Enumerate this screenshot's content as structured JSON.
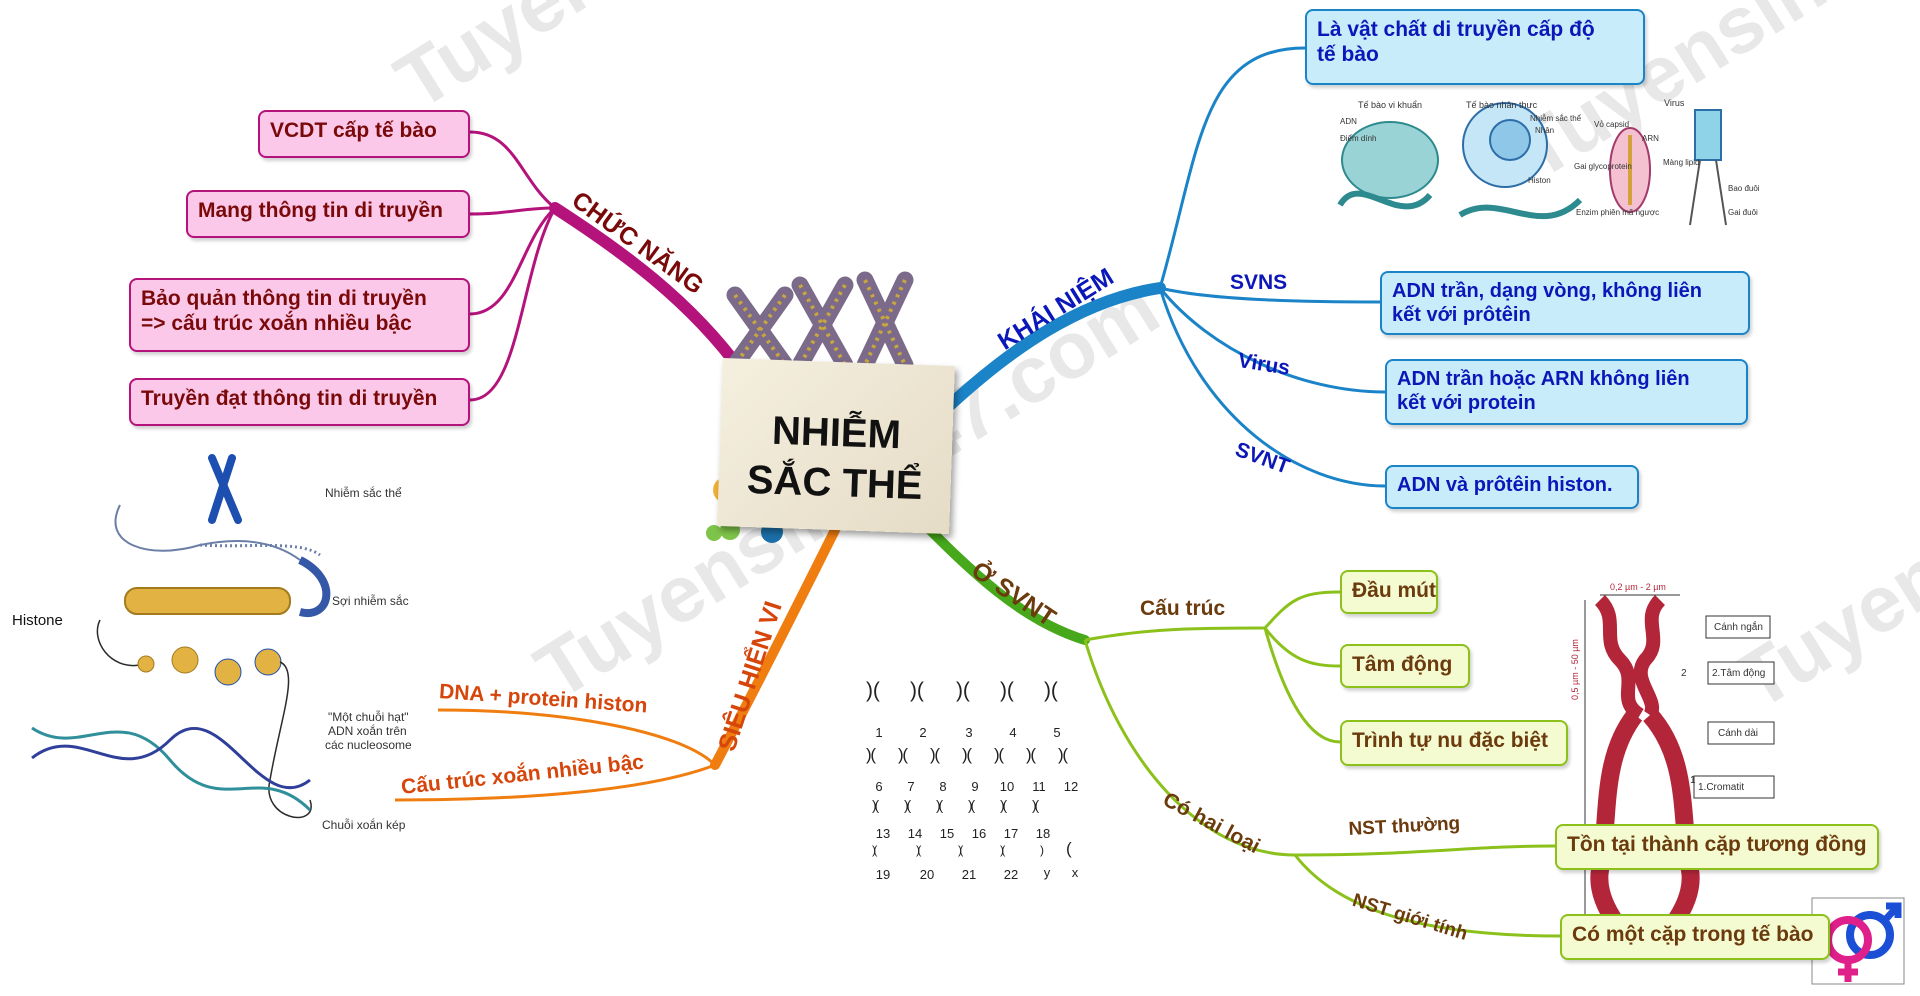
{
  "center": {
    "title": "NHIỄM\nSẮC THỂ"
  },
  "watermarks": [
    "Tuyensinh247.com",
    "Tuyensinh247.com",
    "Tuyensinh247.com",
    "Tuyensinh247.com"
  ],
  "branches": {
    "chuc_nang": {
      "label": "CHỨC NĂNG",
      "items": [
        "VCDT cấp tế bào",
        "Mang thông tin di truyền",
        "Bảo quản thông tin di truyền\n=> cấu trúc xoắn nhiều bậc",
        "Truyền đạt thông tin di truyền"
      ]
    },
    "khai_niem": {
      "label": "KHÁI NIỆM",
      "definition": "Là vật chất di truyền cấp độ\ntế bào",
      "illustration_labels": [
        "Tế bào vi khuẩn",
        "Tế bào nhân thực",
        "Virus",
        "ADN",
        "Điểm dính",
        "Nhiễm sắc thể",
        "Nhân",
        "Histon",
        "Vỏ capsid",
        "ARN",
        "Màng lipid",
        "Gai glycoprotein",
        "Enzim phiên mã ngược",
        "Bao đuôi",
        "Gai đuôi"
      ],
      "types": [
        {
          "label": "SVNS",
          "desc": "ADN trần, dạng vòng, không liên\nkết với prôtêin"
        },
        {
          "label": "Virus",
          "desc": "ADN trần hoặc ARN không liên\nkết với protein"
        },
        {
          "label": "SVNT",
          "desc": "ADN và prôtêin histon."
        }
      ]
    },
    "sieu_hien_vi": {
      "label": "SIÊU HIỂN VI",
      "items": [
        "DNA + protein histon",
        "Cấu trúc xoắn nhiều bậc"
      ],
      "illustration_labels": [
        "Nhiễm sắc thể",
        "Sợi nhiễm sắc",
        "Histone",
        "\"Một chuỗi hạt\"",
        "ADN xoắn trên",
        "các nucleosome",
        "Chuỗi xoắn kép"
      ]
    },
    "o_svnt": {
      "label": "Ở SVNT",
      "cau_truc": {
        "label": "Cấu trúc",
        "items": [
          "Đầu mút",
          "Tâm động",
          "Trình tự nu đặc biệt"
        ]
      },
      "chromosome_labels": [
        "0,2 µm - 2 µm",
        "0,5 µm - 50 µm",
        "Cánh ngắn",
        "2.Tâm động",
        "Cánh dài",
        "1.Cromatit",
        "1",
        "2"
      ],
      "co_hai_loai": {
        "label": "Có hai loại",
        "types": [
          {
            "label": "NST thường",
            "desc": "Tồn tại thành cặp tương đồng"
          },
          {
            "label": "NST giới tính",
            "desc": "Có một cặp trong tế bào"
          }
        ]
      },
      "karyotype_numbers": [
        "1",
        "2",
        "3",
        "4",
        "5",
        "6",
        "7",
        "8",
        "9",
        "10",
        "11",
        "12",
        "13",
        "14",
        "15",
        "16",
        "17",
        "18",
        "19",
        "20",
        "21",
        "22",
        "y",
        "x"
      ]
    }
  },
  "colors": {
    "chuc_nang": "#b4137c",
    "chuc_nang_text": "#7a0a0a",
    "khai_niem": "#1b83c7",
    "khai_niem_text": "#0b17b8",
    "sieu_hien_vi": "#f07d10",
    "sieu_hien_vi_text": "#d6450a",
    "o_svnt": "#8cc11c",
    "o_svnt_trunk": "#46a81a",
    "o_svnt_text": "#6b3a0d"
  }
}
